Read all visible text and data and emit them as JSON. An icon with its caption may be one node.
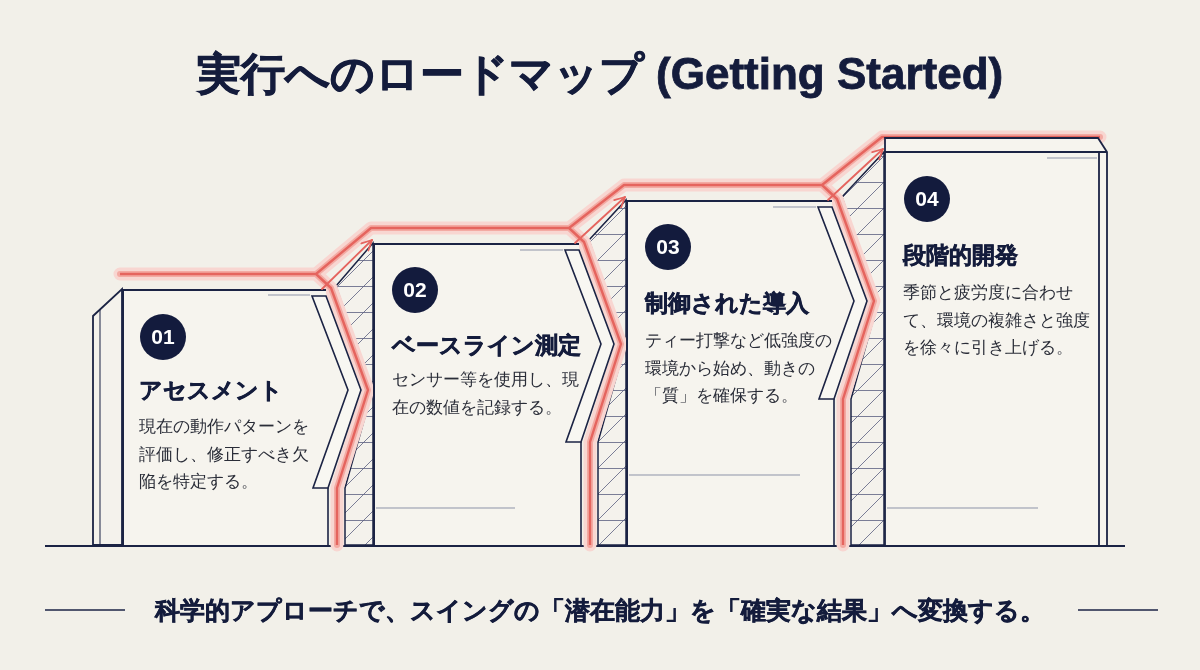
{
  "diagram": {
    "title": "実行へのロードマップ (Getting Started)",
    "caption": "科学的アプローチで、スイングの「潜在能力」を「確実な結果」へ変換する。",
    "nodes": [
      {
        "text": [
          "アセスメント",
          "現在の動作パターンを評価し、修正すべき欠陥を特定する。"
        ]
      },
      {
        "text": [
          "01"
        ],
        "in": 0
      },
      {
        "text": [
          "ベースライン測定",
          "センサー等を使用し、現在の数値を記録する。"
        ]
      },
      {
        "text": [
          "02"
        ],
        "in": 2
      },
      {
        "text": [
          "制御された導入",
          "ティー打撃など低強度の環境から始め、動きの「質」を確保する。"
        ]
      },
      {
        "text": [
          "03"
        ],
        "in": 4
      },
      {
        "text": [
          "段階的開発",
          "季節と疲労度に合わせて、環境の複雑さと強度を徐々に引き上げる。"
        ]
      },
      {
        "text": [
          "04"
        ],
        "in": 6
      }
    ],
    "edges": [
      {
        "from": 0,
        "to": 2,
        "arrow": "to"
      },
      {
        "from": 2,
        "to": 4,
        "arrow": "to"
      },
      {
        "from": 4,
        "to": 6,
        "arrow": "to"
      }
    ]
  }
}
